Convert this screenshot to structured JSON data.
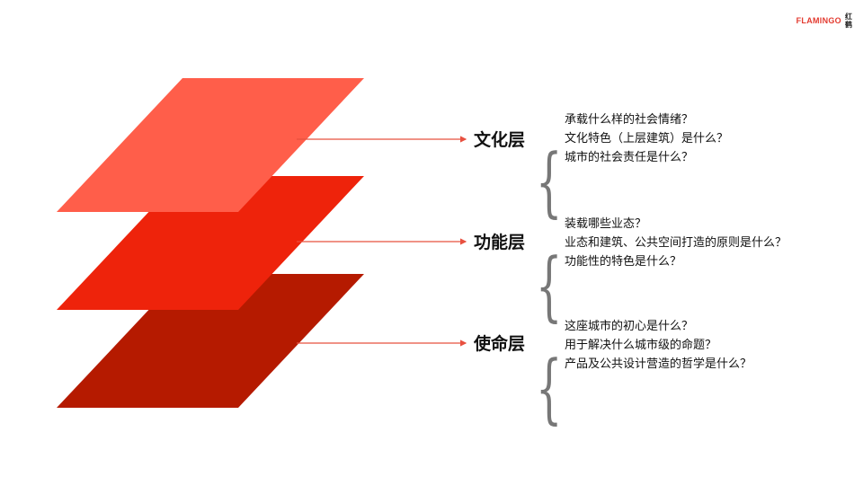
{
  "brand": {
    "name": "FLAMINGO",
    "name_cn": [
      "红",
      "鹤"
    ],
    "accent_color": "#e33a2f"
  },
  "layers": [
    {
      "label": "文化层",
      "color": "#ff5e4a",
      "questions": [
        "承载什么样的社会情绪？",
        "文化特色（上层建筑）是什么？",
        "城市的社会责任是什么？"
      ]
    },
    {
      "label": "功能层",
      "color": "#ee230b",
      "questions": [
        "装载哪些业态？",
        "业态和建筑、公共空间打造的原则是什么？",
        "功能性的特色是什么？"
      ]
    },
    {
      "label": "使命层",
      "color": "#b51a00",
      "questions": [
        "这座城市的初心是什么？",
        "用于解决什么城市级的命题？",
        "产品及公共设计营造的哲学是什么？"
      ]
    }
  ],
  "connector_color": "#e8503f",
  "brace_color": "#777777"
}
